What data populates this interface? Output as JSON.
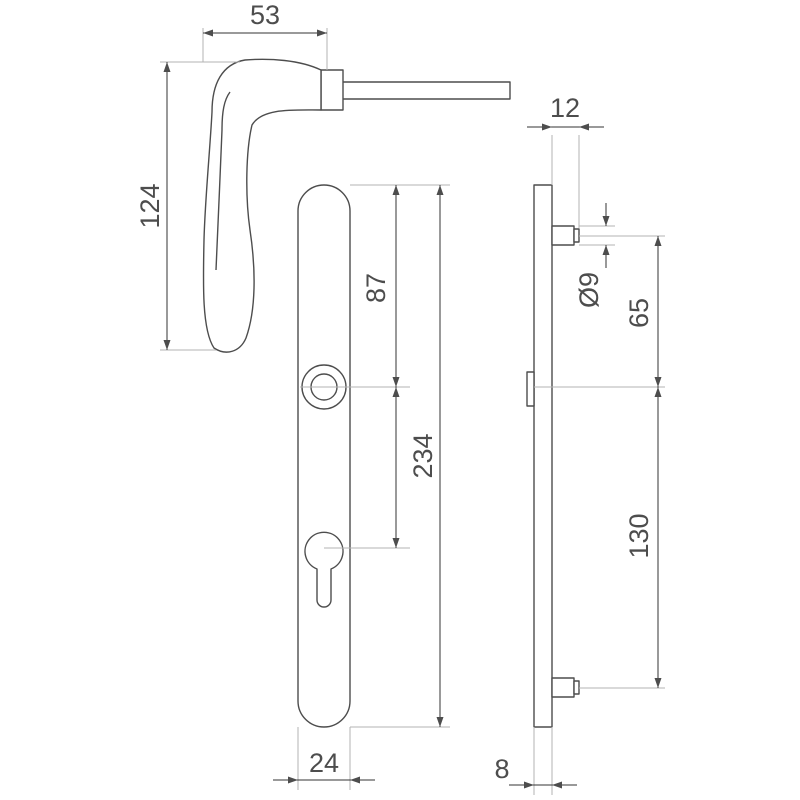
{
  "drawing": {
    "dimensions": {
      "handle_length": "53",
      "handle_height": "124",
      "rose_diameter_pin_offset": "87",
      "plate_length": "234",
      "plate_width": "24",
      "plate_thickness": "8",
      "side_depth": "12",
      "pin_diameter": "Ø9",
      "upper_pin_spacing": "65",
      "lower_pin_spacing": "130"
    },
    "colors": {
      "line": "#4d4d4d",
      "extension": "#b3b3b3",
      "text": "#4d4d4d",
      "background": "#ffffff"
    }
  }
}
